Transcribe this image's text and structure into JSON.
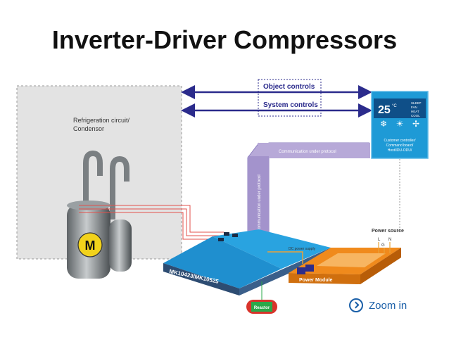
{
  "title": "Inverter-Driver Compressors",
  "refrigeration": {
    "label_line1": "Refrigeration circuit/",
    "label_line2": "Condensor"
  },
  "compressor": {
    "motor_label": "M"
  },
  "arrows": {
    "object_controls": "Object controls",
    "system_controls": "System controls"
  },
  "controller": {
    "temperature": "25",
    "unit": "°C",
    "modes": [
      "SLEEP",
      "FAN",
      "HEAT",
      "COOL"
    ],
    "caption_line1": "Customer controller/",
    "caption_line2": "Command board/",
    "caption_line3": "Host/IDU-ODU/"
  },
  "protocol": {
    "horizontal": "Communication under protocol",
    "vertical": "Communication under protocol"
  },
  "board": {
    "label": "MK10423/MK10525"
  },
  "power_module": {
    "label": "Power Module",
    "dc_supply": "DC power supply"
  },
  "power_source": {
    "label": "Power source",
    "L": "L",
    "G": "G",
    "N": "N"
  },
  "reactor": {
    "label": "Reactor"
  },
  "zoom": {
    "label": "Zoom in"
  },
  "colors": {
    "arrow": "#2b2b8c",
    "controller_bg": "#1e9ad6",
    "protocol_band": "#b7a9d8",
    "board_top": "#29a3e0",
    "power_module": "#f08a1c",
    "reactor": "#d9332b",
    "motor": "#f2d21b"
  }
}
